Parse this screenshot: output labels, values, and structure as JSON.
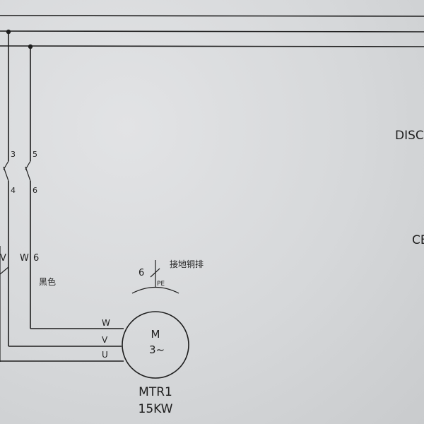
{
  "terminals": {
    "top_3": "3",
    "top_5": "5",
    "bottom_4": "4",
    "bottom_6": "6"
  },
  "motor_terminals": {
    "v": "V",
    "w": "W",
    "six": "6",
    "color_note": "黑色"
  },
  "ground": {
    "number": "6",
    "label": "接地铜排",
    "pe": "PE"
  },
  "phase_labels": {
    "w": "W",
    "v": "V",
    "u": "U"
  },
  "motor": {
    "symbol": "M",
    "phase": "3~",
    "name": "MTR1",
    "rating": "15KW"
  },
  "right_edge": {
    "text_1": "DISC",
    "text_2": "CB"
  }
}
